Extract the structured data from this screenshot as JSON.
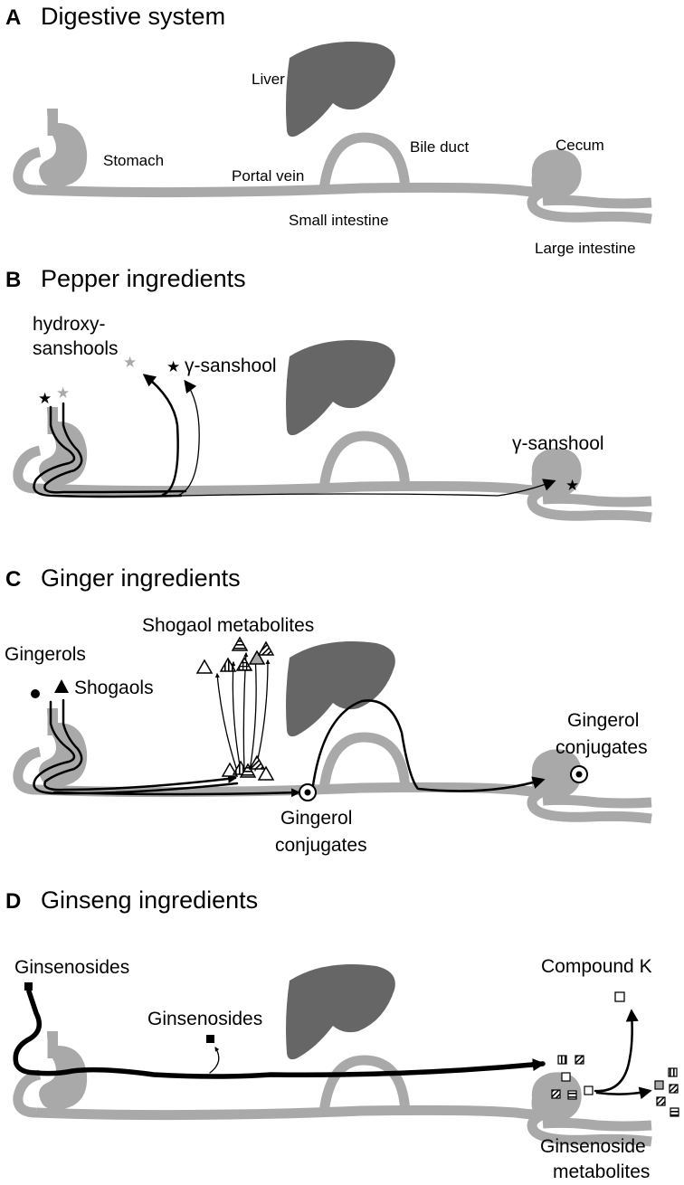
{
  "panels": {
    "a": {
      "letter": "A",
      "title": "Digestive system",
      "labels": {
        "liver": "Liver",
        "stomach": "Stomach",
        "portal_vein": "Portal vein",
        "bile_duct": "Bile duct",
        "cecum": "Cecum",
        "small_intestine": "Small intestine",
        "large_intestine": "Large intestine"
      }
    },
    "b": {
      "letter": "B",
      "title": "Pepper ingredients",
      "labels": {
        "hydroxy_line1": "hydroxy-",
        "hydroxy_line2": "sanshools",
        "gamma_top": "γ-sanshool",
        "gamma_cecum": "γ-sanshool"
      }
    },
    "c": {
      "letter": "C",
      "title": "Ginger ingredients",
      "labels": {
        "shogaol_metabolites": "Shogaol metabolites",
        "gingerols": "Gingerols",
        "shogaols": "Shogaols",
        "conj_cecum_1": "Gingerol",
        "conj_cecum_2": "conjugates",
        "conj_portal_1": "Gingerol",
        "conj_portal_2": "conjugates"
      }
    },
    "d": {
      "letter": "D",
      "title": "Ginseng ingredients",
      "labels": {
        "ginsenosides_top": "Ginsenosides",
        "ginsenosides_mid": "Ginsenosides",
        "compound_k": "Compound K",
        "metabolites_1": "Ginsenoside",
        "metabolites_2": "metabolites"
      }
    }
  },
  "colors": {
    "gut": "#a9a9a9",
    "liver": "#666666",
    "arrow": "#000000",
    "hydroxy_star": "#a9a9a9"
  }
}
